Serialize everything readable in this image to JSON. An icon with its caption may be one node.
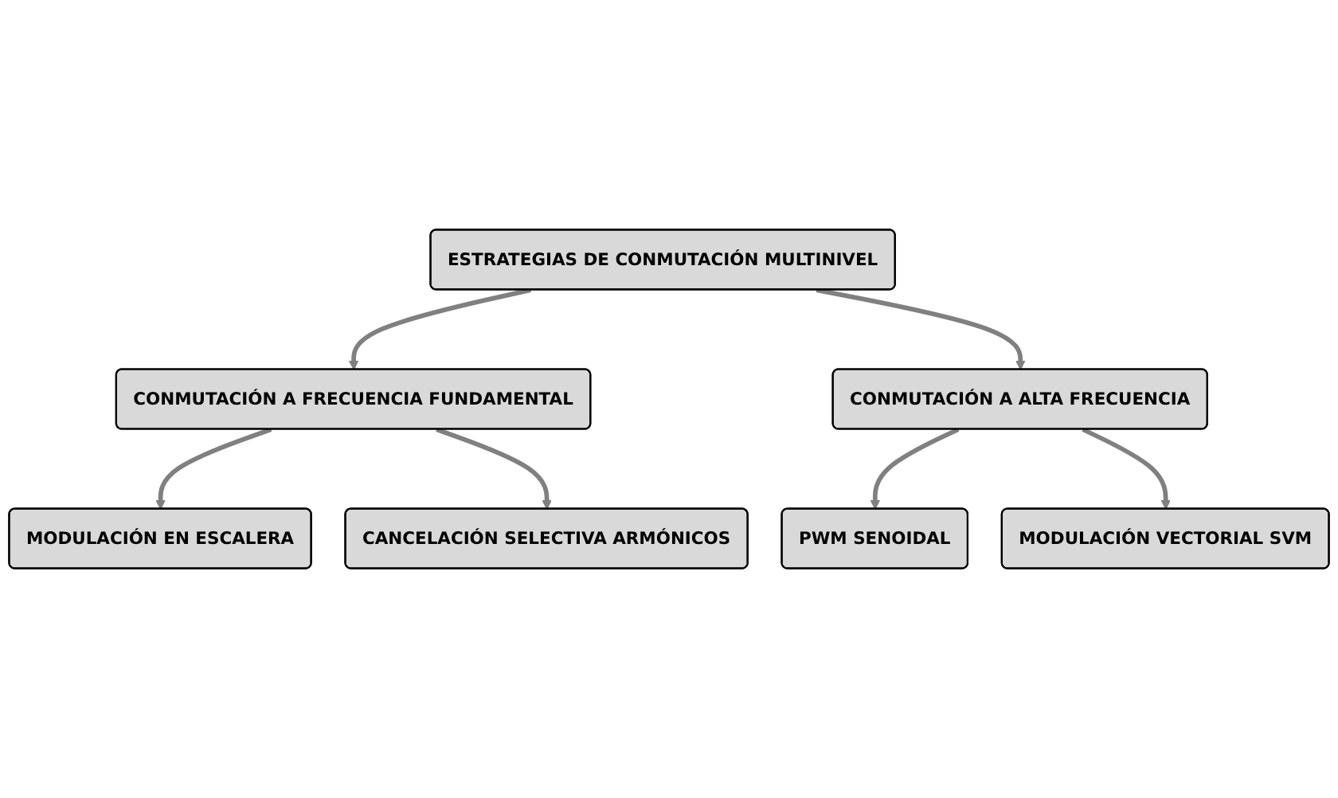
{
  "diagram": {
    "nodes": [
      {
        "text": [
          "ESTRATEGIAS DE CONMUTACIÓN MULTINIVEL"
        ]
      },
      {
        "text": [
          "CONMUTACIÓN A FRECUENCIA FUNDAMENTAL"
        ]
      },
      {
        "text": [
          "CONMUTACIÓN A ALTA FRECUENCIA"
        ]
      },
      {
        "text": [
          "MODULACIÓN EN ESCALERA"
        ]
      },
      {
        "text": [
          "CANCELACIÓN SELECTIVA ARMÓNICOS"
        ]
      },
      {
        "text": [
          "PWM SENOIDAL"
        ]
      },
      {
        "text": [
          "MODULACIÓN VECTORIAL SVM"
        ]
      }
    ],
    "edges": [
      {
        "from": 0,
        "to": 1,
        "arrow": "to"
      },
      {
        "from": 0,
        "to": 2,
        "arrow": "to"
      },
      {
        "from": 1,
        "to": 3,
        "arrow": "to"
      },
      {
        "from": 1,
        "to": 4,
        "arrow": "to"
      },
      {
        "from": 2,
        "to": 5,
        "arrow": "to"
      },
      {
        "from": 2,
        "to": 6,
        "arrow": "to"
      }
    ]
  }
}
